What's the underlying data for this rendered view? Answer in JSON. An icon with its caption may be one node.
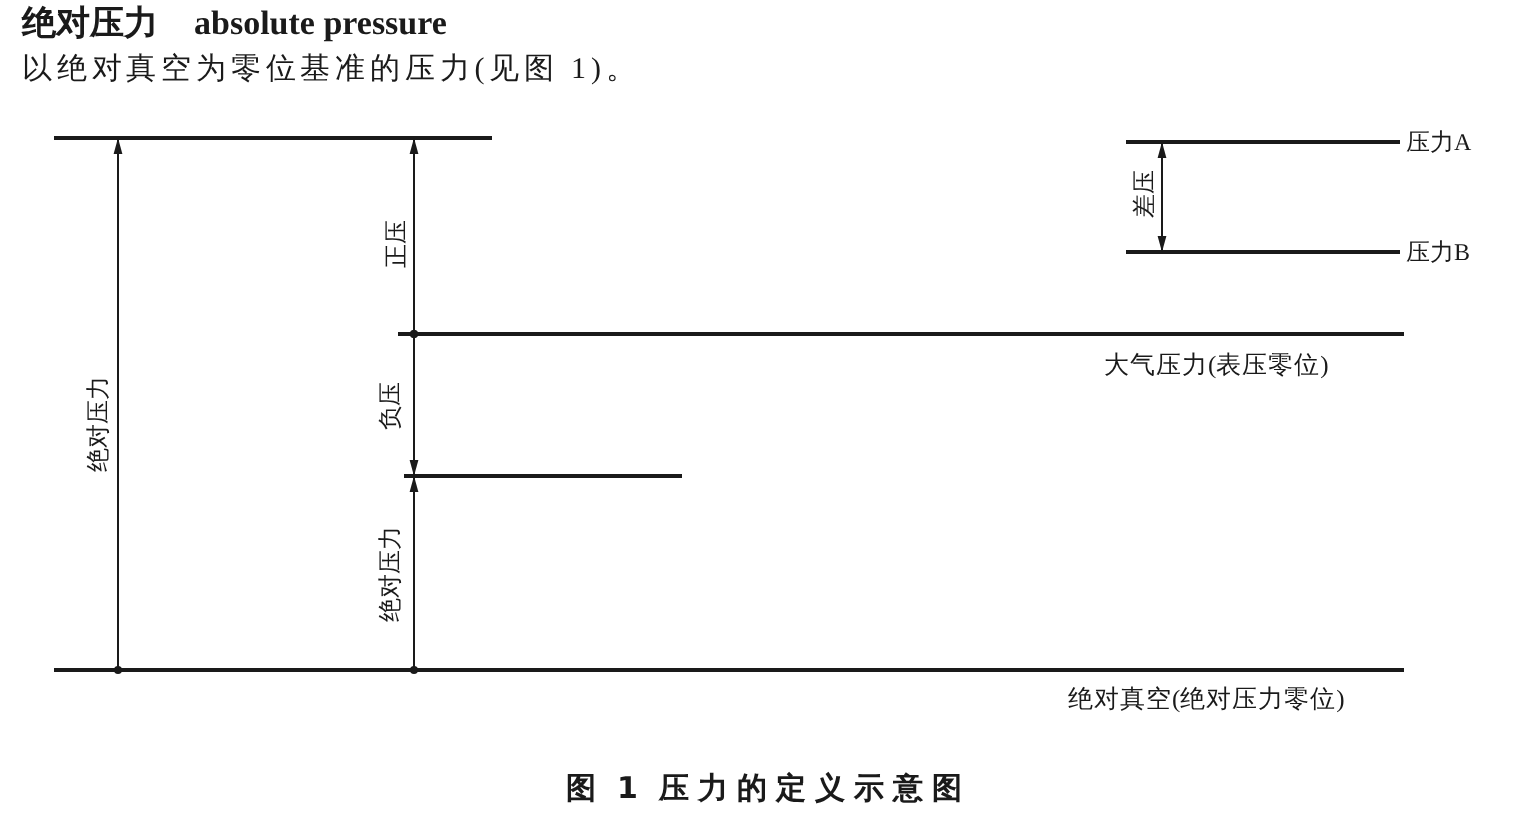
{
  "diagram": {
    "title": "绝对压力 absolute pressure",
    "caption": "图 1 压力的定义示意图",
    "labels": [
      "以绝对真空为零位基准的压力(见图 1)。",
      "压力A",
      "差压",
      "正压",
      "压力B",
      "大气压力(表压零位)",
      "绝对压力",
      "负压",
      "绝对压力",
      "绝对真空(绝对压力零位)"
    ]
  }
}
